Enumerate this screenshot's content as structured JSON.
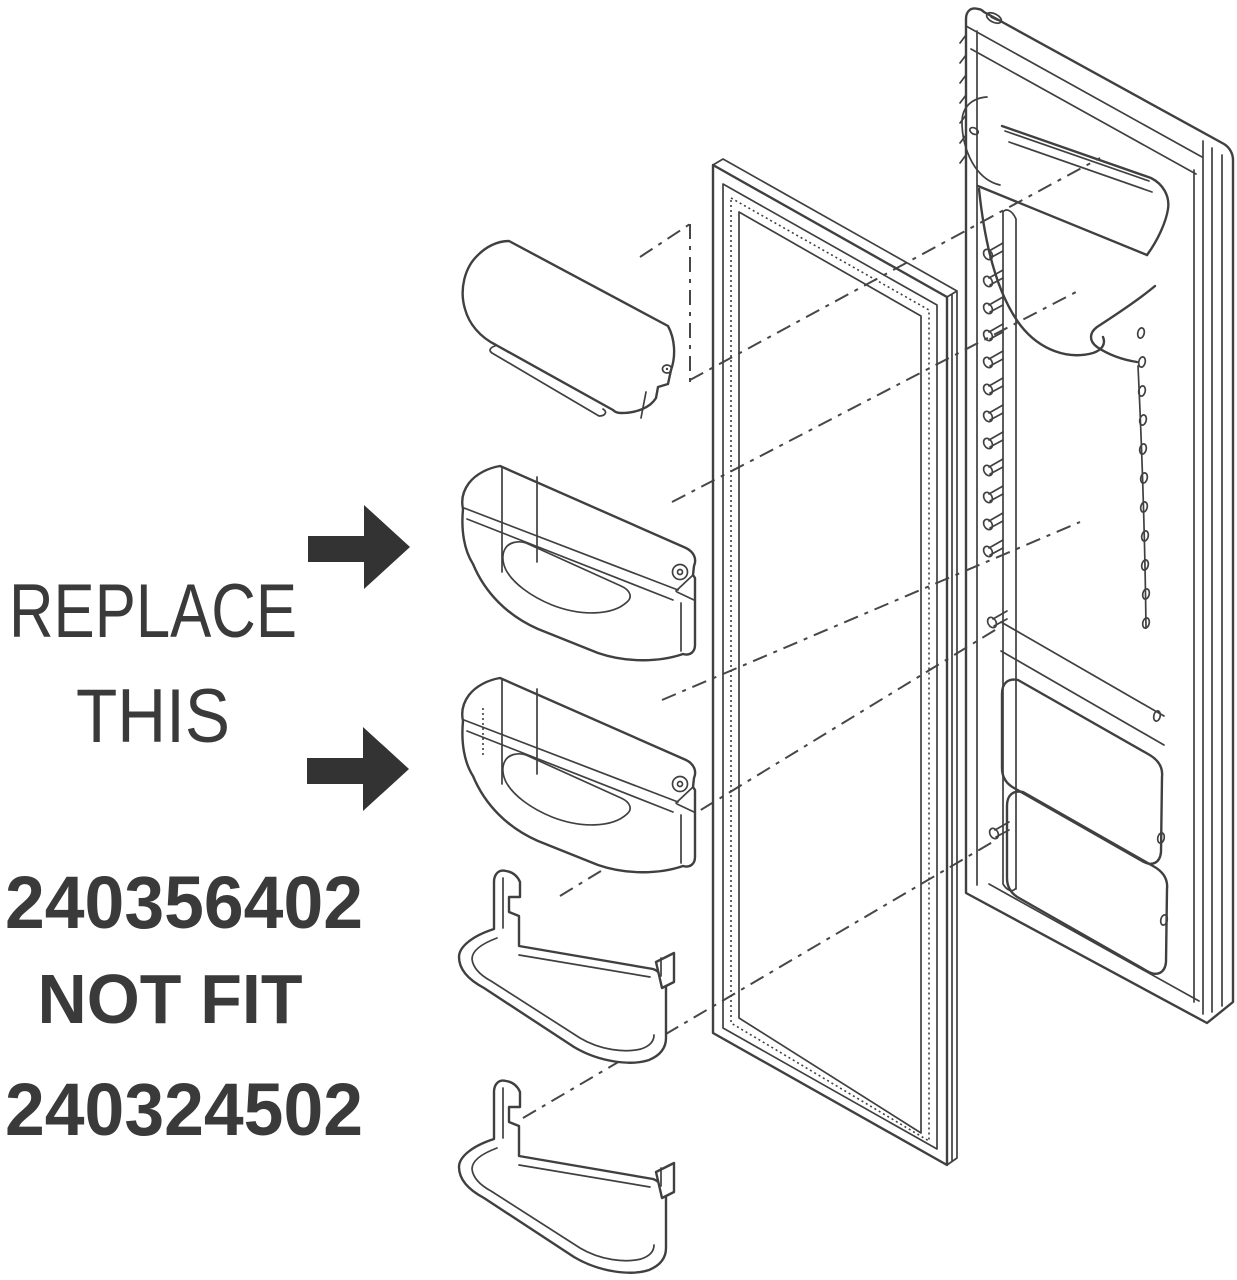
{
  "annotation": {
    "replace_line1": "REPLACE",
    "replace_line2": "THIS",
    "incompatible_part_1": "240356402",
    "not_fit_label": "NOT FIT",
    "incompatible_part_2": "240324502"
  },
  "diagram": {
    "type": "exploded-parts-line-drawing",
    "subject": "refrigerator-door-bin-replacement",
    "parts": [
      {
        "name": "dairy-bin-cover"
      },
      {
        "name": "door-bin-upper"
      },
      {
        "name": "door-bin-lower"
      },
      {
        "name": "door-shelf-rail-upper"
      },
      {
        "name": "door-shelf-rail-lower"
      },
      {
        "name": "door-gasket-seal"
      },
      {
        "name": "refrigerator-door-panel"
      }
    ],
    "colors": {
      "background": "#ffffff",
      "line": "#404040",
      "text": "#3a3a3a",
      "arrow": "#333333"
    }
  }
}
